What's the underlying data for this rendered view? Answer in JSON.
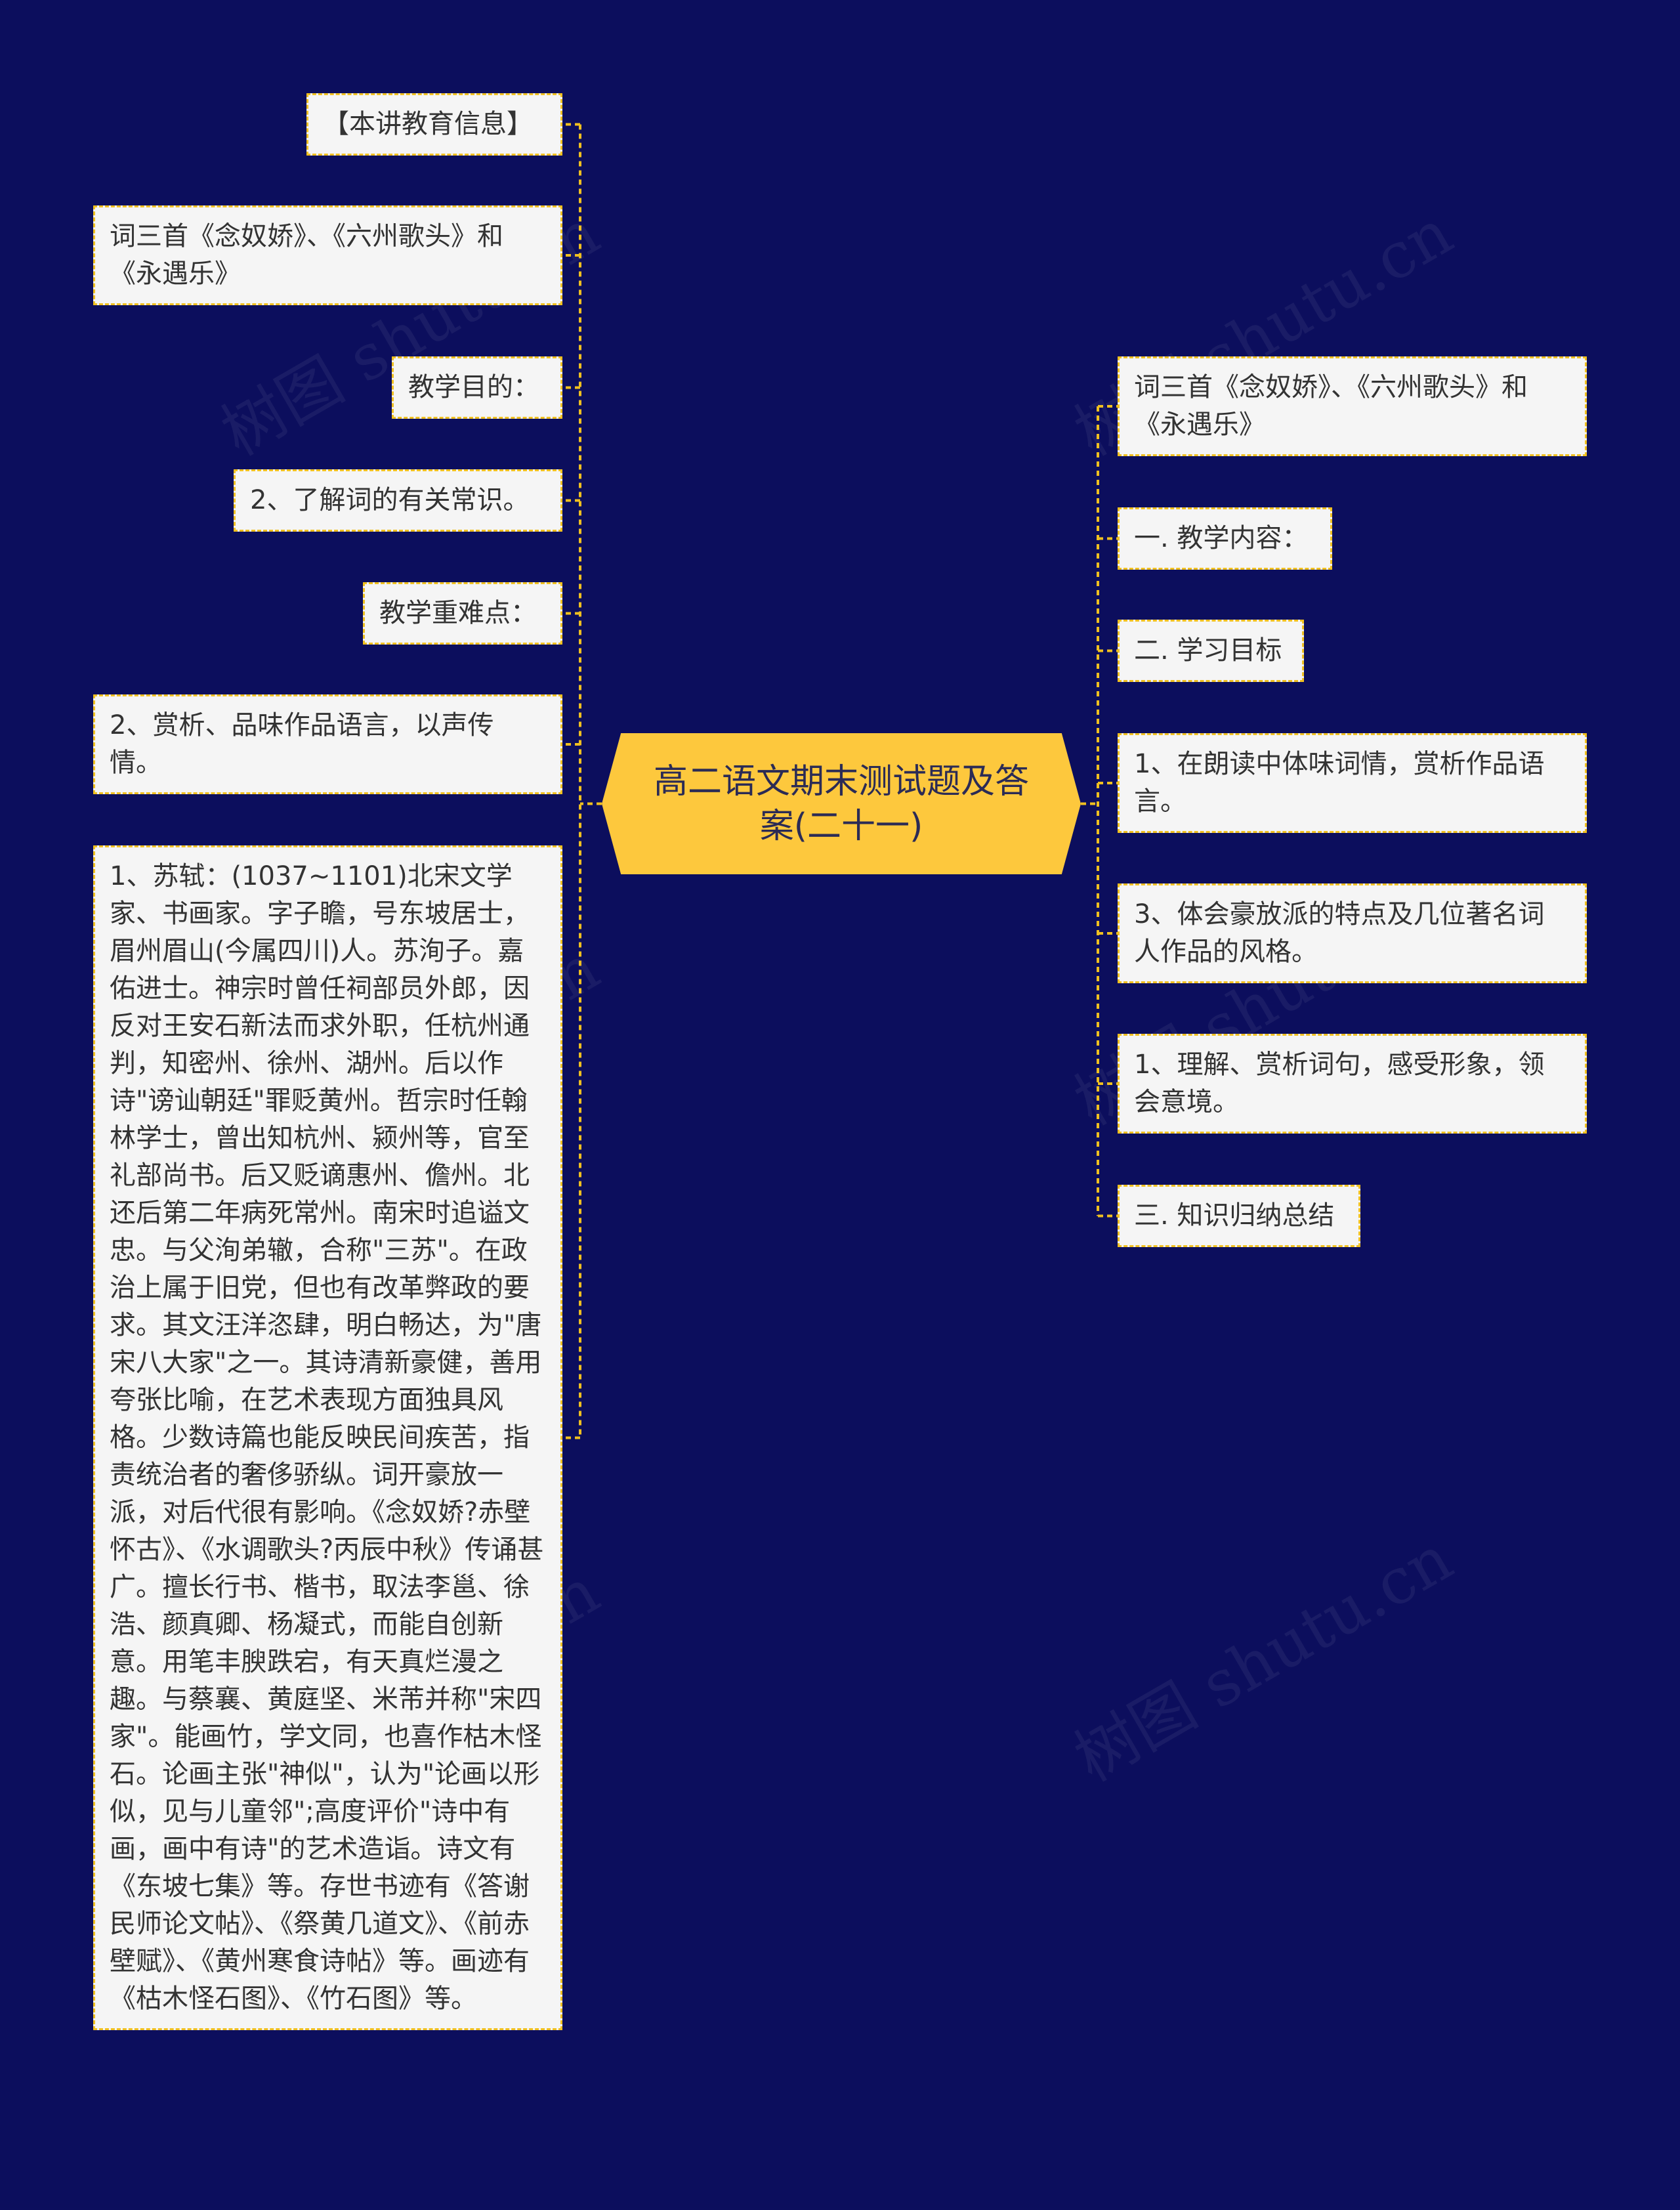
{
  "colors": {
    "background": "#0c0e5d",
    "root_fill": "#fdc83d",
    "node_fill": "#f5f5f5",
    "connector": "#f0c020"
  },
  "root": {
    "text": "高二语文期末测试题及答案(二十一)"
  },
  "left_branches": [
    {
      "text": "【本讲教育信息】"
    },
    {
      "text": "词三首《念奴娇》、《六州歌头》和《永遇乐》"
    },
    {
      "text": "教学目的："
    },
    {
      "text": "2、了解词的有关常识。"
    },
    {
      "text": "教学重难点："
    },
    {
      "text": "2、赏析、品味作品语言，以声传情。"
    },
    {
      "text": "1、苏轼：(1037~1101)北宋文学家、书画家。字子瞻，号东坡居士，眉州眉山(今属四川)人。苏洵子。嘉佑进士。神宗时曾任祠部员外郎，因反对王安石新法而求外职，任杭州通判，知密州、徐州、湖州。后以作诗\"谤讪朝廷\"罪贬黄州。哲宗时任翰林学士，曾出知杭州、颍州等，官至礼部尚书。后又贬谪惠州、儋州。北还后第二年病死常州。南宋时追谥文忠。与父洵弟辙，合称\"三苏\"。在政治上属于旧党，但也有改革弊政的要求。其文汪洋恣肆，明白畅达，为\"唐宋八大家\"之一。其诗清新豪健，善用夸张比喻，在艺术表现方面独具风格。少数诗篇也能反映民间疾苦，指责统治者的奢侈骄纵。词开豪放一派，对后代很有影响。《念奴娇?赤壁怀古》、《水调歌头?丙辰中秋》传诵甚广。擅长行书、楷书，取法李邕、徐浩、颜真卿、杨凝式，而能自创新意。用笔丰腴跌宕，有天真烂漫之趣。与蔡襄、黄庭坚、米芾并称\"宋四家\"。能画竹，学文同，也喜作枯木怪石。论画主张\"神似\"，认为\"论画以形似，见与儿童邻\";高度评价\"诗中有画，画中有诗\"的艺术造诣。诗文有《东坡七集》等。存世书迹有《答谢民师论文帖》、《祭黄几道文》、《前赤壁赋》、《黄州寒食诗帖》等。画迹有《枯木怪石图》、《竹石图》等。"
    }
  ],
  "right_branches": [
    {
      "text": "词三首《念奴娇》、《六州歌头》和《永遇乐》"
    },
    {
      "text": "一. 教学内容："
    },
    {
      "text": "二. 学习目标"
    },
    {
      "text": "1、在朗读中体味词情，赏析作品语言。"
    },
    {
      "text": "3、体会豪放派的特点及几位著名词人作品的风格。"
    },
    {
      "text": "1、理解、赏析词句，感受形象，领会意境。"
    },
    {
      "text": "三. 知识归纳总结"
    }
  ],
  "watermark": {
    "text": "树图 shutu.cn"
  }
}
